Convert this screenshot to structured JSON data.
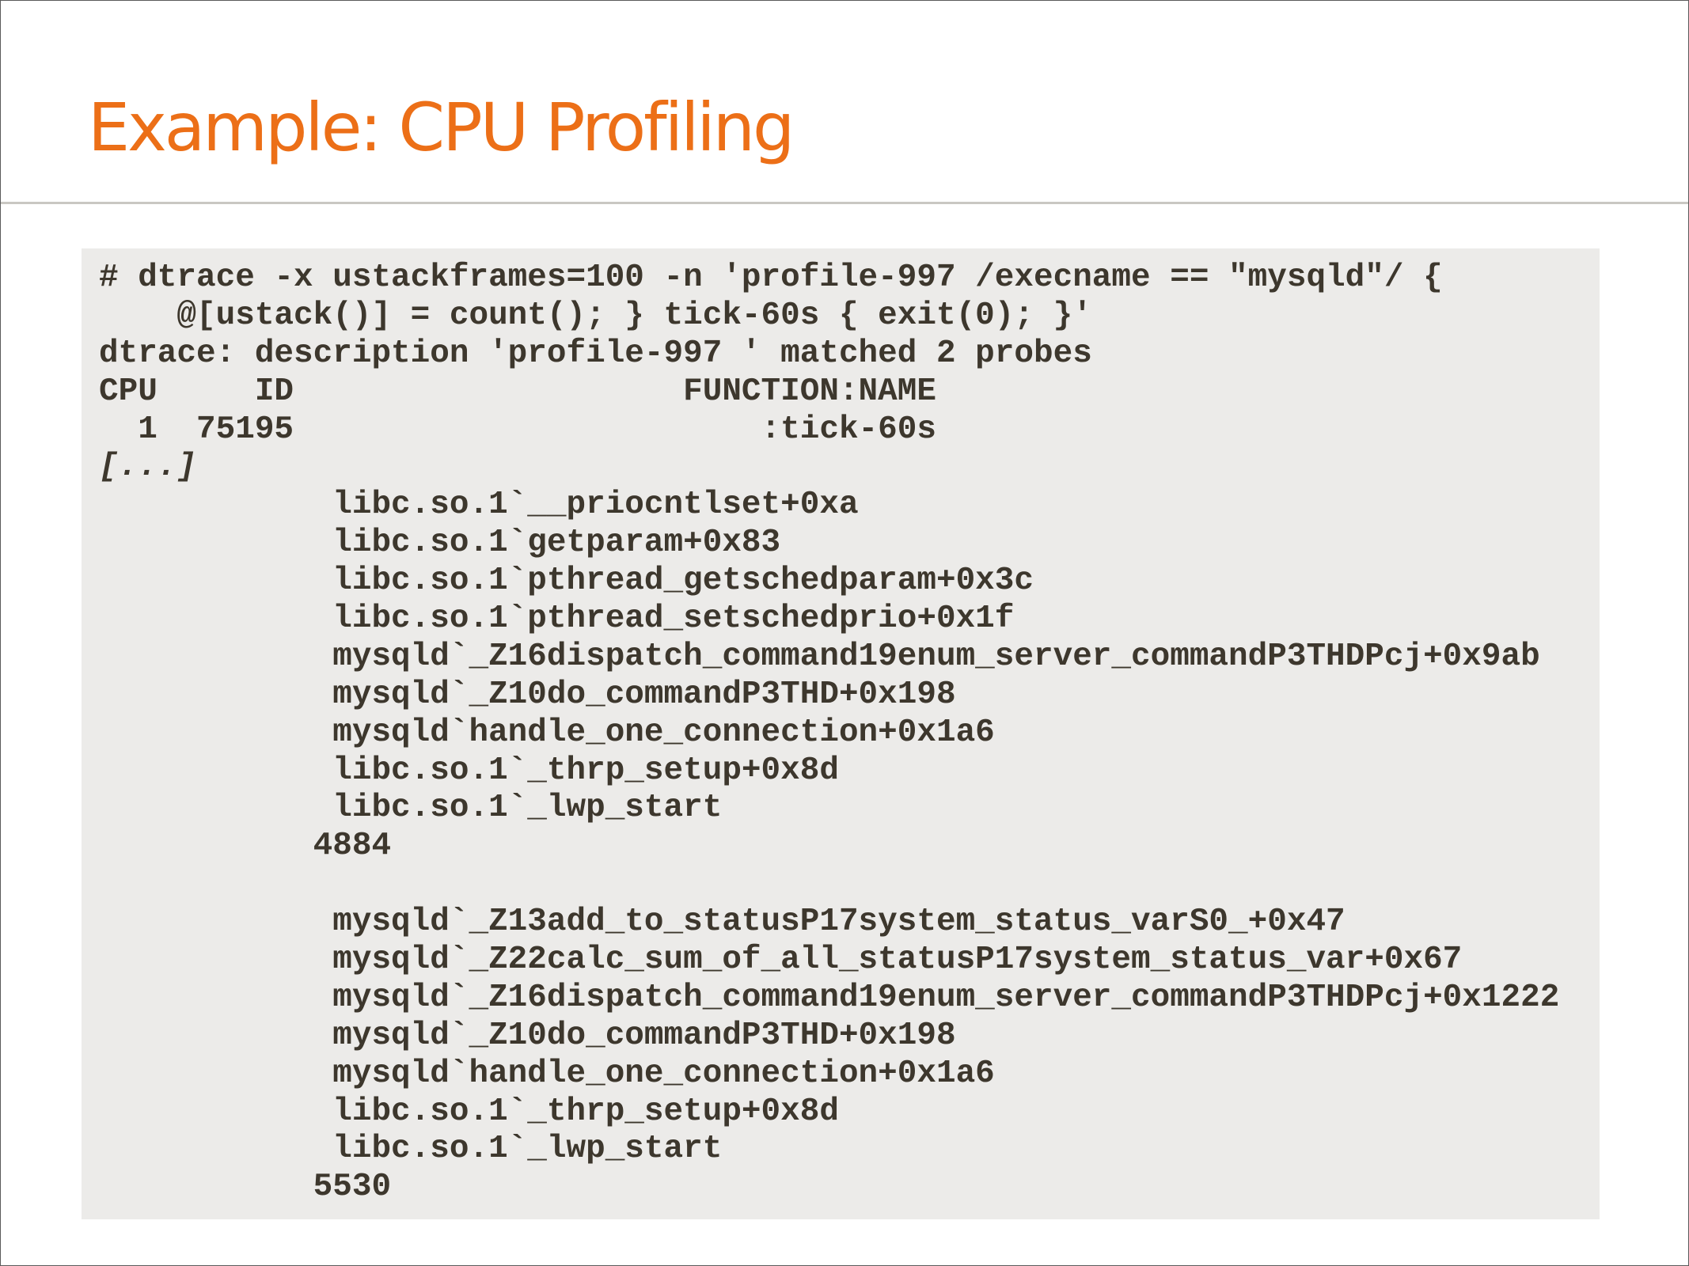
{
  "slide": {
    "title": "Example: CPU Profiling"
  },
  "terminal": {
    "lines": [
      {
        "text": "# dtrace -x ustackframes=100 -n 'profile-997 /execname == \"mysqld\"/ {",
        "style": "normal"
      },
      {
        "text": "    @[ustack()] = count(); } tick-60s { exit(0); }'",
        "style": "normal"
      },
      {
        "text": "dtrace: description 'profile-997 ' matched 2 probes",
        "style": "normal"
      },
      {
        "text": "CPU     ID                    FUNCTION:NAME",
        "style": "normal"
      },
      {
        "text": "  1  75195                        :tick-60s",
        "style": "normal"
      },
      {
        "text": "[...]",
        "style": "italic"
      },
      {
        "text": "            libc.so.1`__priocntlset+0xa",
        "style": "normal"
      },
      {
        "text": "            libc.so.1`getparam+0x83",
        "style": "normal"
      },
      {
        "text": "            libc.so.1`pthread_getschedparam+0x3c",
        "style": "normal"
      },
      {
        "text": "            libc.so.1`pthread_setschedprio+0x1f",
        "style": "normal"
      },
      {
        "text": "            mysqld`_Z16dispatch_command19enum_server_commandP3THDPcj+0x9ab",
        "style": "normal"
      },
      {
        "text": "            mysqld`_Z10do_commandP3THD+0x198",
        "style": "normal"
      },
      {
        "text": "            mysqld`handle_one_connection+0x1a6",
        "style": "normal"
      },
      {
        "text": "            libc.so.1`_thrp_setup+0x8d",
        "style": "normal"
      },
      {
        "text": "            libc.so.1`_lwp_start",
        "style": "normal"
      },
      {
        "text": "           4884",
        "style": "normal"
      },
      {
        "text": "",
        "style": "normal"
      },
      {
        "text": "            mysqld`_Z13add_to_statusP17system_status_varS0_+0x47",
        "style": "normal"
      },
      {
        "text": "            mysqld`_Z22calc_sum_of_all_statusP17system_status_var+0x67",
        "style": "normal"
      },
      {
        "text": "            mysqld`_Z16dispatch_command19enum_server_commandP3THDPcj+0x1222",
        "style": "normal"
      },
      {
        "text": "            mysqld`_Z10do_commandP3THD+0x198",
        "style": "normal"
      },
      {
        "text": "            mysqld`handle_one_connection+0x1a6",
        "style": "normal"
      },
      {
        "text": "            libc.so.1`_thrp_setup+0x8d",
        "style": "normal"
      },
      {
        "text": "            libc.so.1`_lwp_start",
        "style": "normal"
      },
      {
        "text": "           5530",
        "style": "normal"
      }
    ]
  }
}
